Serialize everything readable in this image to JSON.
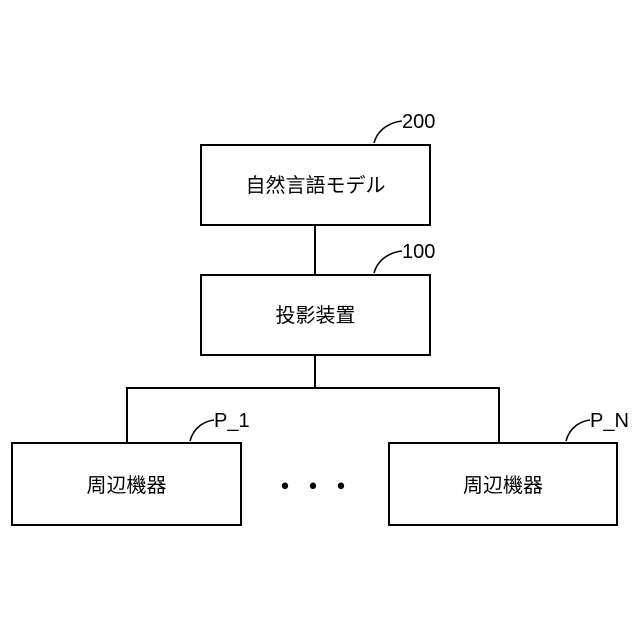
{
  "diagram": {
    "colors": {
      "stroke": "#000000",
      "background": "#ffffff"
    },
    "nodes": {
      "language_model": {
        "label": "自然言語モデル",
        "ref": "200"
      },
      "projection_device": {
        "label": "投影装置",
        "ref": "100"
      },
      "peripheral_1": {
        "label": "周辺機器",
        "ref": "P_1"
      },
      "peripheral_n": {
        "label": "周辺機器",
        "ref": "P_N"
      }
    },
    "ellipsis": "• • •"
  }
}
